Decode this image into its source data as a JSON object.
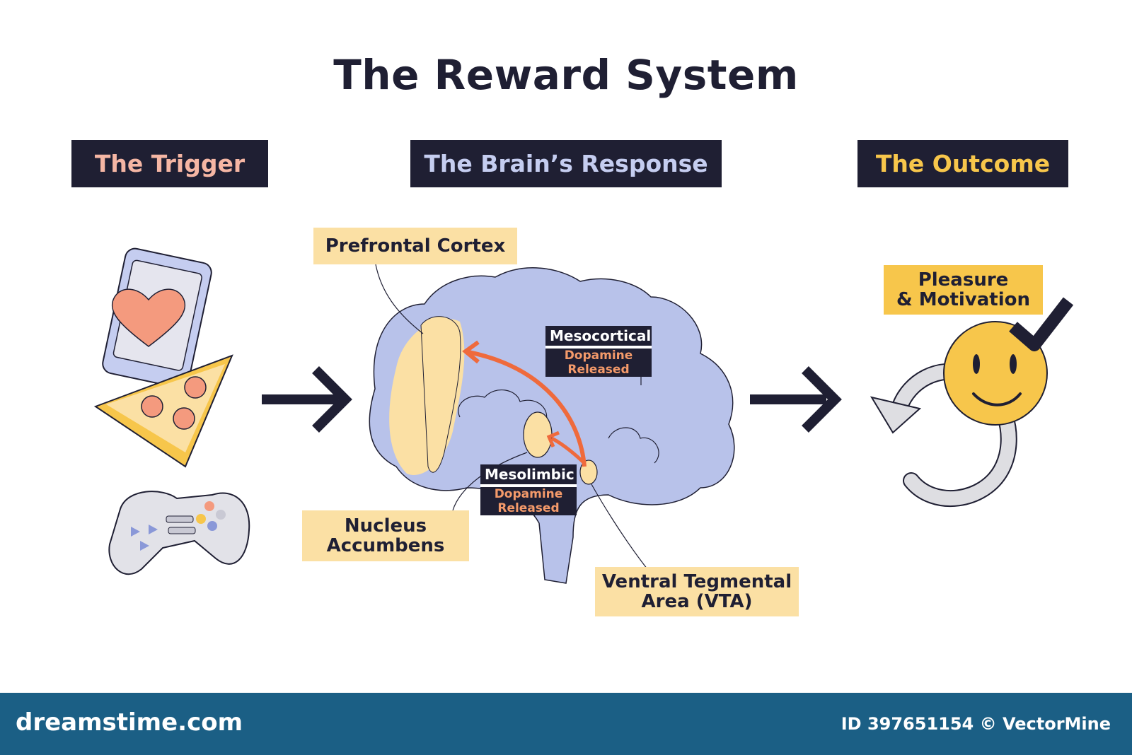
{
  "title": "The Reward System",
  "headers": {
    "trigger": "The Trigger",
    "brain": "The Brain’s Response",
    "outcome": "The Outcome"
  },
  "labels": {
    "prefrontal_cortex": "Prefrontal Cortex",
    "nucleus_accumbens_line1": "Nucleus",
    "nucleus_accumbens_line2": "Accumbens",
    "vta_line1": "Ventral Tegmental",
    "vta_line2": "Area (VTA)",
    "pleasure_line1": "Pleasure",
    "pleasure_line2": "& Motivation"
  },
  "pathways": {
    "mesocortical": {
      "name": "Mesocortical",
      "released_line1": "Dopamine",
      "released_line2": "Released"
    },
    "mesolimbic": {
      "name": "Mesolimbic",
      "released_line1": "Dopamine",
      "released_line2": "Released"
    }
  },
  "triggers_icons": [
    "phone-heart-icon",
    "pizza-slice-icon",
    "game-controller-icon"
  ],
  "outcome_icons": [
    "smiley-face-icon",
    "checkmark-icon",
    "cycle-arrow-icon"
  ],
  "colors": {
    "dark": "#1f1f33",
    "brain": "#b8c2ea",
    "highlight": "#fbe0a4",
    "accent_orange": "#ef6a3c",
    "smiley": "#f7c64b",
    "footer": "#1b5f85"
  },
  "footer": {
    "brand": "dreamstime.com",
    "id_text": "ID 397651154 © VectorMine"
  }
}
